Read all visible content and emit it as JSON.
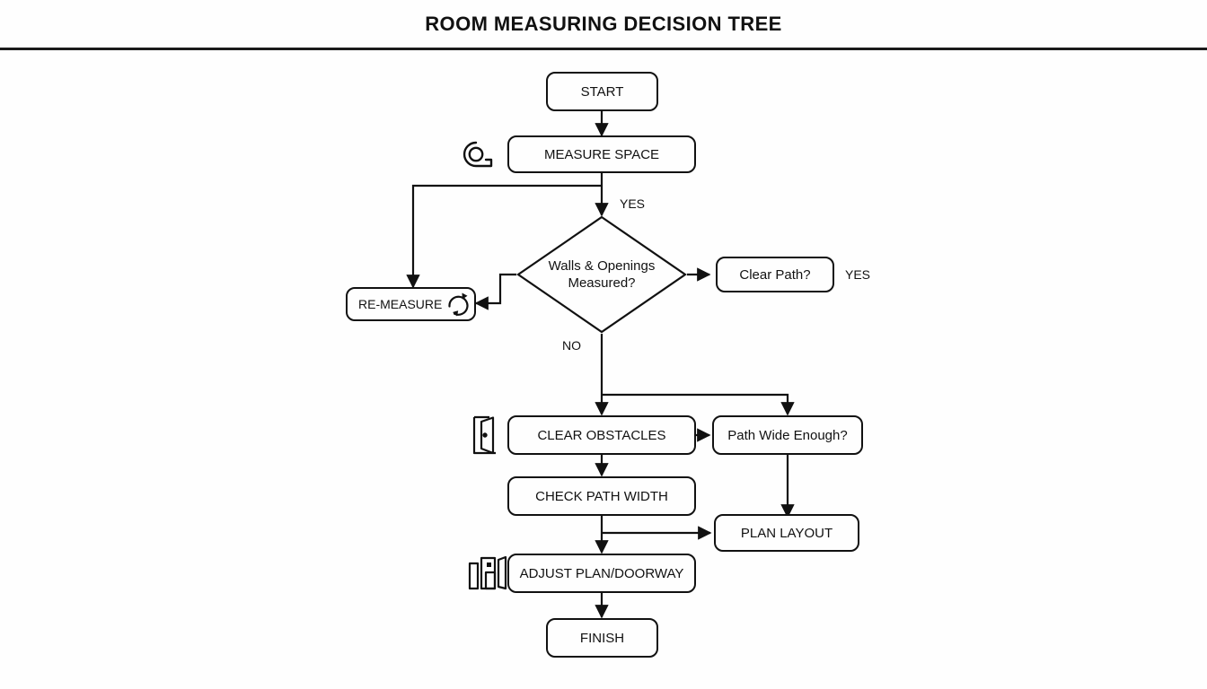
{
  "header": {
    "title": "ROOM MEASURING DECISION TREE"
  },
  "colors": {
    "background": "#fefefe",
    "stroke": "#111111",
    "text": "#111111",
    "rule": "#1b1b1b"
  },
  "diagram": {
    "type": "flowchart",
    "orientation": "top-down",
    "nodes": [
      {
        "id": "start",
        "label": "START",
        "shape": "rounded-rect"
      },
      {
        "id": "measure",
        "label": "MEASURE SPACE",
        "shape": "rounded-rect",
        "icon": "tape-measure-icon"
      },
      {
        "id": "remeasure",
        "label": "RE-MEASURE",
        "shape": "rounded-rect",
        "icon": "refresh-loop-icon"
      },
      {
        "id": "walls",
        "label": "Walls & Openings Measured?",
        "label_line1": "Walls & Openings",
        "label_line2": "Measured?",
        "shape": "diamond"
      },
      {
        "id": "clearpath",
        "label": "Clear Path?",
        "shape": "rounded-rect"
      },
      {
        "id": "obstacles",
        "label": "CLEAR OBSTACLES",
        "shape": "rounded-rect",
        "icon": "open-door-icon"
      },
      {
        "id": "pathwide",
        "label": "Path Wide Enough?",
        "shape": "rounded-rect"
      },
      {
        "id": "checkwidth",
        "label": "CHECK PATH WIDTH",
        "shape": "rounded-rect"
      },
      {
        "id": "planlayout",
        "label": "PLAN LAYOUT",
        "shape": "rounded-rect"
      },
      {
        "id": "adjustplan",
        "label": "ADJUST PLAN/DOORWAY",
        "shape": "rounded-rect",
        "icon": "doorway-wall-icon"
      },
      {
        "id": "finish",
        "label": "FINISH",
        "shape": "rounded-rect"
      }
    ],
    "edge_labels": [
      {
        "id": "yes-walls",
        "text": "YES"
      },
      {
        "id": "no-walls",
        "text": "NO"
      },
      {
        "id": "yes-clearpath",
        "text": "YES"
      }
    ],
    "edges": [
      {
        "from": "start",
        "to": "measure",
        "label": ""
      },
      {
        "from": "measure",
        "to": "walls",
        "label": "YES"
      },
      {
        "from": "measure",
        "to": "remeasure",
        "label": ""
      },
      {
        "from": "walls",
        "to": "clearpath",
        "label": "YES"
      },
      {
        "from": "walls",
        "to": "remeasure",
        "label": ""
      },
      {
        "from": "walls",
        "to": "obstacles",
        "label": "NO"
      },
      {
        "from": "walls",
        "to": "pathwide",
        "label": "NO"
      },
      {
        "from": "obstacles",
        "to": "pathwide",
        "label": ""
      },
      {
        "from": "obstacles",
        "to": "checkwidth",
        "label": ""
      },
      {
        "from": "pathwide",
        "to": "planlayout",
        "label": ""
      },
      {
        "from": "checkwidth",
        "to": "planlayout",
        "label": ""
      },
      {
        "from": "checkwidth",
        "to": "adjustplan",
        "label": ""
      },
      {
        "from": "adjustplan",
        "to": "finish",
        "label": ""
      }
    ]
  }
}
